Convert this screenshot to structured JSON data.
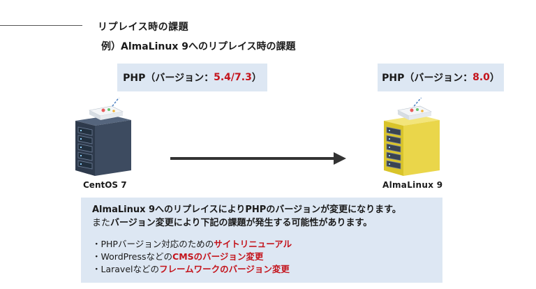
{
  "heading": {
    "section_title": "リプレイス時の課題",
    "example_title": "例）AlmaLinux 9へのリプレイス時の課題"
  },
  "left_server": {
    "label": "CentOS 7",
    "php_prefix": "PHP（バージョン：",
    "php_version": "5.4/7.3",
    "php_suffix": "）",
    "color_body": "#2e3a4c",
    "color_face": "#3d4b60",
    "color_top": "#55657d"
  },
  "right_server": {
    "label": "AlmaLinux  9",
    "php_prefix": "PHP（バージョン：",
    "php_version": "8.0",
    "php_suffix": "）",
    "color_body": "#d9c42a",
    "color_face": "#ead64a",
    "color_top": "#f3e57a"
  },
  "info": {
    "line1": "AlmaLinux 9へのリプレイスによりPHPのバージョンが変更になります。",
    "line2_light": "また",
    "line2_bold": "バージョン変更により下記の課題が発生する可能性があります。",
    "bullets": [
      {
        "prefix": "・PHPバージョン対応のための",
        "emphasis": "サイトリニューアル"
      },
      {
        "prefix": "・WordPressなどの",
        "emphasis": "CMSのバージョン変更"
      },
      {
        "prefix": "・Laravelなどの",
        "emphasis": "フレームワークのバージョン変更"
      }
    ]
  },
  "colors": {
    "accent_red": "#c4141c",
    "box_bg": "#dde7f3",
    "arrow": "#333333",
    "dash": "#4a7fc1"
  }
}
